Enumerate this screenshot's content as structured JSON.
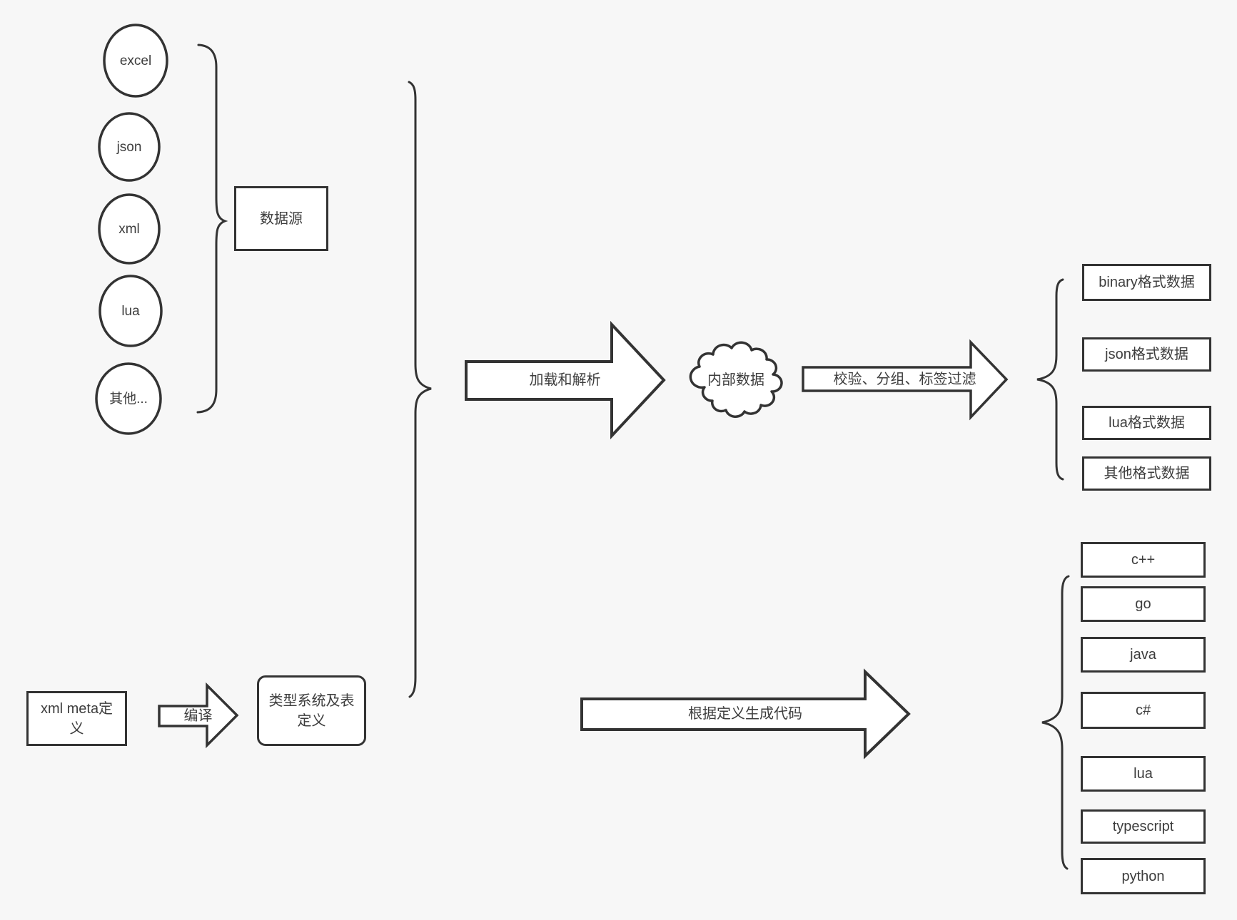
{
  "diagram": {
    "sources": [
      "excel",
      "json",
      "xml",
      "lua",
      "其他..."
    ],
    "data_source_label": "数据源",
    "arrows": {
      "load_parse": "加载和解析",
      "filter": "校验、分组、标签过滤",
      "compile": "编译",
      "codegen": "根据定义生成代码"
    },
    "cloud_label": "内部数据",
    "output_formats": [
      "binary格式数据",
      "json格式数据",
      "lua格式数据",
      "其他格式数据"
    ],
    "meta_box_label": "xml meta定义",
    "type_box_label": "类型系统及表定义",
    "languages": [
      "c++",
      "go",
      "java",
      "c#",
      "lua",
      "typescript",
      "python"
    ],
    "colors": {
      "background": "#f7f7f7",
      "shape_stroke": "#333333",
      "shape_fill": "#ffffff",
      "text": "#3d3d3d"
    }
  }
}
